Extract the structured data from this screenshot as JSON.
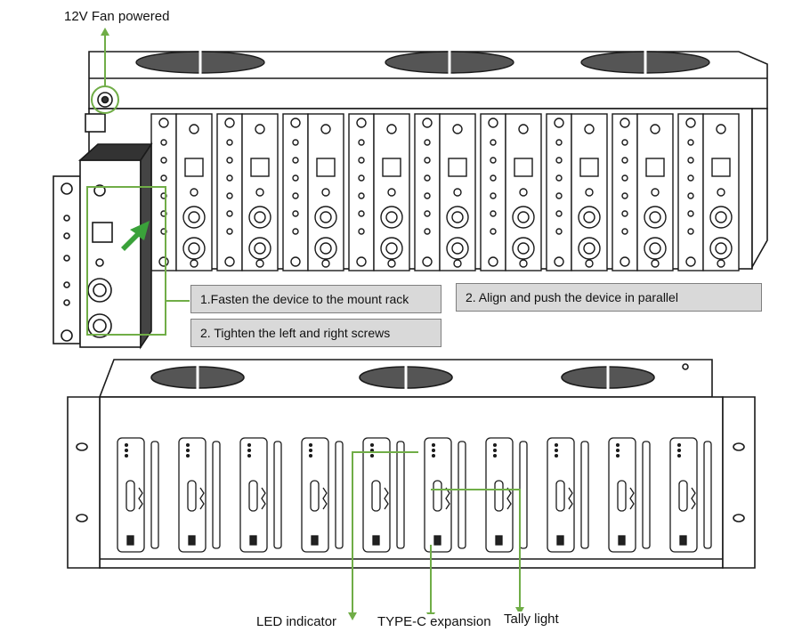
{
  "top_rack": {
    "fan_power_label": "12V Fan powered",
    "steps": {
      "fasten": "1.Fasten the device to the mount rack",
      "align": "2. Align and push the device in parallel",
      "tighten": "2. Tighten the left and right screws"
    }
  },
  "bottom_rack": {
    "labels": {
      "led": "LED indicator",
      "typec": "TYPE-C expansion",
      "tally": "Tally light"
    }
  },
  "colors": {
    "leader_line": "#70ad47",
    "callout_fill": "#d9d9d9",
    "callout_border": "#7f7f7f",
    "outline": "#1a1a1a"
  }
}
